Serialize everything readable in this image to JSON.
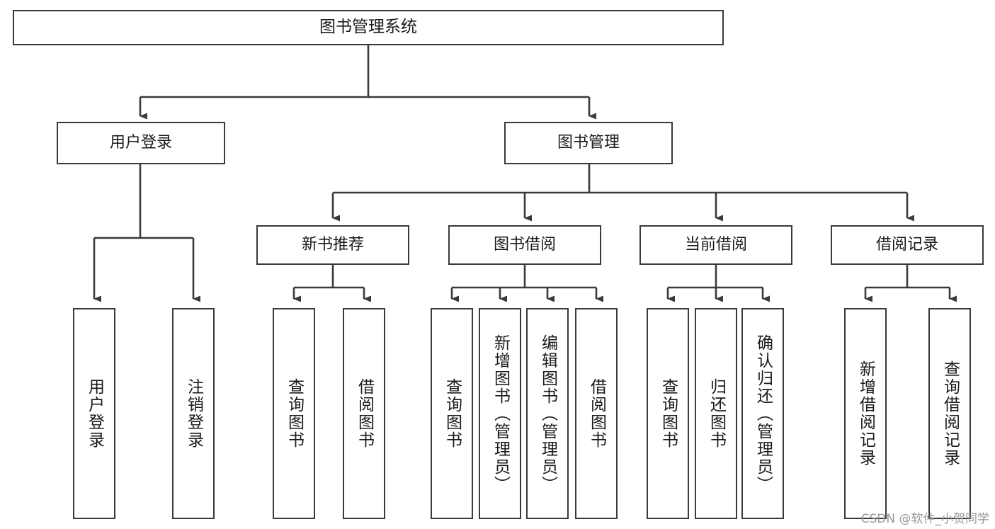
{
  "diagram": {
    "type": "tree-hierarchy",
    "title": "图书管理系统",
    "watermark": "CSDN @软件_小贺同学",
    "colors": {
      "box_border": "#3a3a3a",
      "box_fill": "#ffffff",
      "line": "#3a3a3a",
      "text": "#1a1a1a",
      "watermark": "#9a9a9a",
      "background": "#ffffff"
    },
    "root": {
      "label": "图书管理系统"
    },
    "level2": [
      {
        "id": "user-login",
        "label": "用户登录"
      },
      {
        "id": "book-manage",
        "label": "图书管理"
      }
    ],
    "level3": [
      {
        "id": "new-book-recommend",
        "label": "新书推荐",
        "parent": "book-manage"
      },
      {
        "id": "book-borrow",
        "label": "图书借阅",
        "parent": "book-manage"
      },
      {
        "id": "current-borrow",
        "label": "当前借阅",
        "parent": "book-manage"
      },
      {
        "id": "borrow-record",
        "label": "借阅记录",
        "parent": "book-manage"
      }
    ],
    "leaves": [
      {
        "id": "leaf-user-login",
        "label": "用户登录",
        "parent": "user-login"
      },
      {
        "id": "leaf-logout",
        "label": "注销登录",
        "parent": "user-login"
      },
      {
        "id": "leaf-query-book-1",
        "label": "查询图书",
        "parent": "new-book-recommend"
      },
      {
        "id": "leaf-borrow-book-1",
        "label": "借阅图书",
        "parent": "new-book-recommend"
      },
      {
        "id": "leaf-query-book-2",
        "label": "查询图书",
        "parent": "book-borrow"
      },
      {
        "id": "leaf-add-book",
        "label": "新增图书（管理员）",
        "parent": "book-borrow"
      },
      {
        "id": "leaf-edit-book",
        "label": "编辑图书（管理员）",
        "parent": "book-borrow"
      },
      {
        "id": "leaf-borrow-book-2",
        "label": "借阅图书",
        "parent": "book-borrow"
      },
      {
        "id": "leaf-query-book-3",
        "label": "查询图书",
        "parent": "current-borrow"
      },
      {
        "id": "leaf-return-book",
        "label": "归还图书",
        "parent": "current-borrow"
      },
      {
        "id": "leaf-confirm-return",
        "label": "确认归还（管理员）",
        "parent": "current-borrow"
      },
      {
        "id": "leaf-add-record",
        "label": "新增借阅记录",
        "parent": "borrow-record"
      },
      {
        "id": "leaf-query-record",
        "label": "查询借阅记录",
        "parent": "borrow-record"
      }
    ]
  }
}
